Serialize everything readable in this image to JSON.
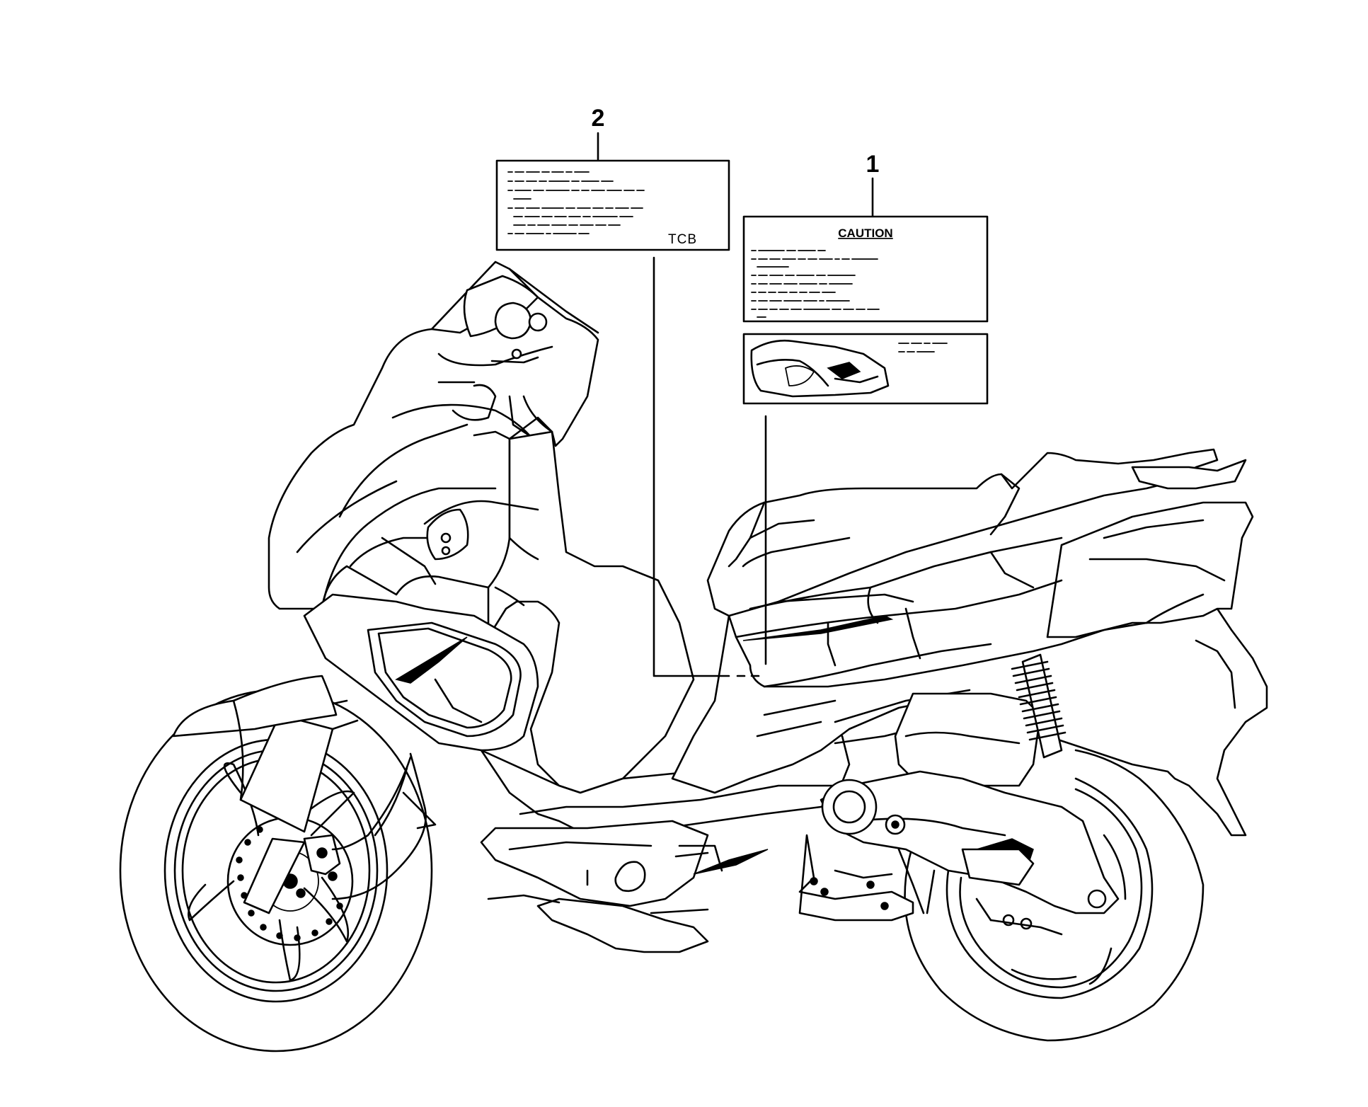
{
  "callouts": {
    "part_1": "1",
    "part_2": "2"
  },
  "label_1": {
    "heading": "CAUTION"
  },
  "label_2": {
    "code": "TCB"
  },
  "icons": [
    "scooter-line-art",
    "caution-label-icon",
    "warning-label-icon",
    "seat-diagram-icon"
  ],
  "colors": {
    "line": "#000000",
    "background": "#ffffff"
  }
}
